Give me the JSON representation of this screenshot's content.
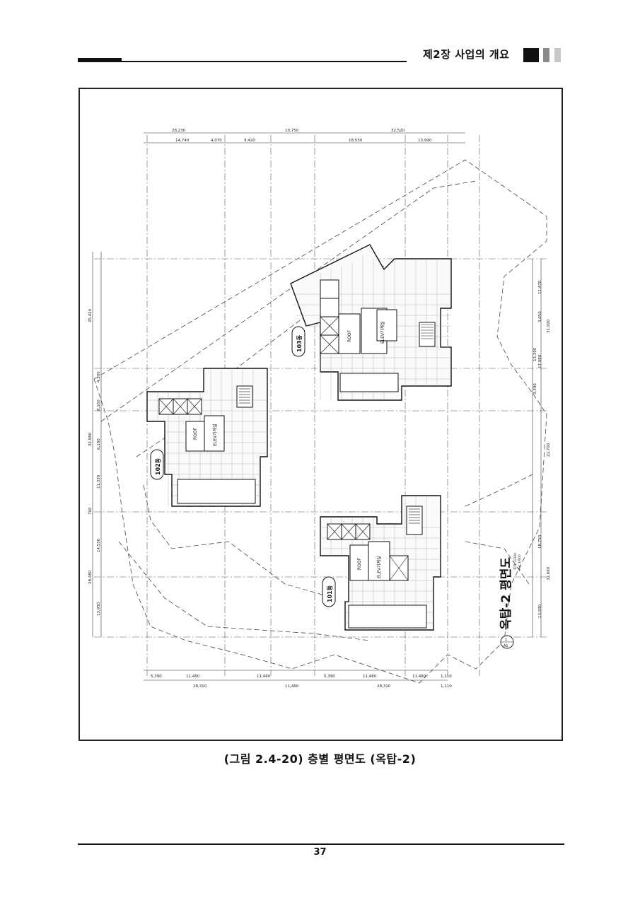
{
  "header": {
    "chapter_title": "제2장 사업의 개요"
  },
  "figure": {
    "caption": "(그림 2.4-20)  층별 평면도 (옥탑-2)",
    "plan_title": "옥탑-2 평면도",
    "scale_note_1": "축척: 1/300",
    "scale_note_2": "A3: 1/600",
    "grid_tag_top": "1",
    "grid_tag_bottom": "A1",
    "buildings": [
      {
        "label": "103동",
        "roof": "ROOF",
        "elev": "ELEV기계실"
      },
      {
        "label": "102동",
        "roof": "ROOF",
        "elev": "ELEV기계실"
      },
      {
        "label": "101동",
        "roof": "ROOF",
        "elev": "ELEV기계실"
      }
    ],
    "dims_top_outer": [
      "28,230",
      "10,750",
      "32,520"
    ],
    "dims_top_inner": [
      "14,740",
      "4,070",
      "9,420",
      "18,530",
      "13,990"
    ],
    "dims_bottom_inner": [
      "5,390",
      "11,460",
      "11,460",
      "5,390",
      "11,460",
      "11,460",
      "1,110"
    ],
    "dims_bottom_outer": [
      "28,310",
      "11,460",
      "28,310",
      "1,110"
    ],
    "dims_left_outer": [
      "25,420",
      "32,880",
      "700",
      "28,480"
    ],
    "dims_left_inner": [
      "4,200",
      "8,160",
      "6,180",
      "11,330",
      "14,550",
      "13,930"
    ],
    "dims_right_inner": [
      "11,470",
      "3,050",
      "13,390",
      "17,980",
      "3,390",
      "18,750",
      "13,930"
    ],
    "dims_right_outer": [
      "31,920",
      "22,700",
      "32,680"
    ]
  },
  "footer": {
    "page_number": "37"
  }
}
